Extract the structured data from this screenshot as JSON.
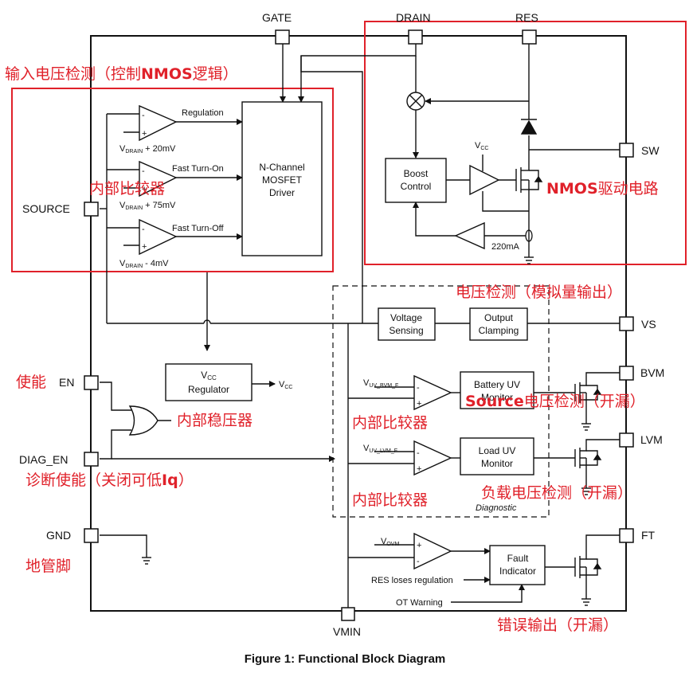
{
  "pins": {
    "gate": "GATE",
    "drain": "DRAIN",
    "res": "RES",
    "source": "SOURCE",
    "sw": "SW",
    "vs": "VS",
    "en": "EN",
    "bvm": "BVM",
    "diag_en": "DIAG_EN",
    "lvm": "LVM",
    "gnd": "GND",
    "ft": "FT",
    "vmin": "VMIN"
  },
  "blocks": {
    "driver": [
      "N-Channel",
      "MOSFET",
      "Driver"
    ],
    "boost": [
      "Boost",
      "Control"
    ],
    "vsense": [
      "Voltage",
      "Sensing"
    ],
    "clamp": [
      "Output",
      "Clamping"
    ],
    "reg_top": "CC",
    "reg_bottom": "Regulator",
    "batt_uv": [
      "Battery UV",
      "Monitor"
    ],
    "load_uv": [
      "Load UV",
      "Monitor"
    ],
    "fault": [
      "Fault",
      "Indicator"
    ]
  },
  "signals": {
    "regulation": "Regulation",
    "fast_on": "Fast Turn-On",
    "fast_off": "Fast Turn-Off",
    "th1_main": "V",
    "th1_sub": "DRAIN",
    "th1_suffix": " + 20mV",
    "th2_main": "V",
    "th2_sub": "DRAIN",
    "th2_suffix": " + 75mV",
    "th3_main": "V",
    "th3_sub": "DRAIN",
    "th3_suffix": " - 4mV",
    "vcc_main": "V",
    "vcc_sub": "CC",
    "i_limit": "220mA",
    "vuv_bvm_main": "V",
    "vuv_bvm_sub": "UV_BVM_F",
    "vuv_lvm_main": "V",
    "vuv_lvm_sub": "UV_LVM_F",
    "vovm_main": "V",
    "vovm_sub": "OVM",
    "res_loses": "RES loses regulation",
    "ot_warning": "OT Warning",
    "diagnostic": "Diagnostic"
  },
  "caption": "Figure 1: Functional Block Diagram",
  "annotations": {
    "input_detect_a": "输入电压检测（控制",
    "input_detect_b": "NMOS",
    "input_detect_c": "逻辑）",
    "comp1": "内部比较器",
    "nmos_drive_a": "NMOS",
    "nmos_drive_b": "驱动电路",
    "vs_detect": "电压检测（模拟量输出）",
    "en_label": "使能",
    "regulator": "内部稳压器",
    "comp2": "内部比较器",
    "source_detect_a": "Source",
    "source_detect_b": "电压检测（开漏）",
    "diag_label": "诊断使能（关闭可低",
    "diag_iq": "Iq",
    "diag_close": "）",
    "comp3": "内部比较器",
    "load_detect": "负载电压检测（开漏）",
    "gnd_label": "地管脚",
    "fault_out": "错误输出（开漏）"
  },
  "colors": {
    "annotation": "#e0212a",
    "lines": "#111111"
  }
}
